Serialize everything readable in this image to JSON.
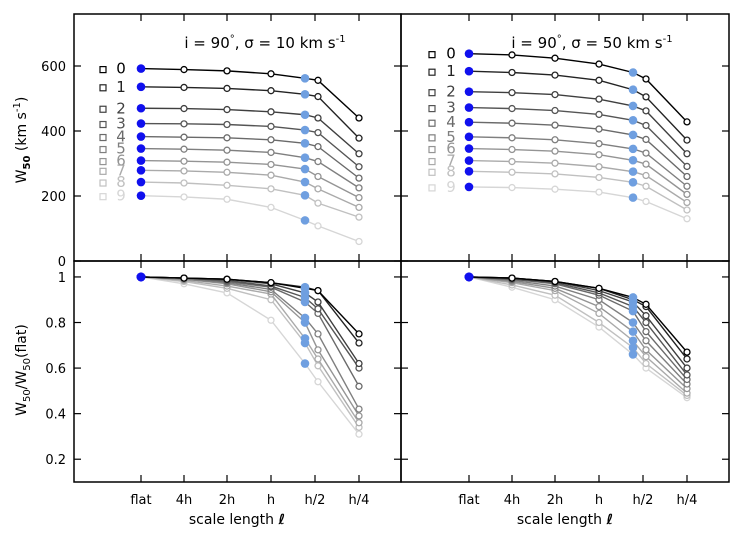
{
  "colors": {
    "model_grays": [
      "#000000",
      "#232323",
      "#3f3f3f",
      "#555555",
      "#6a6a6a",
      "#7f7f7f",
      "#949494",
      "#aaaaaa",
      "#c0c0c0",
      "#d6d6d6"
    ],
    "flat_marker": "#1010ee",
    "half_h_marker": "#6f9fe0",
    "axes": "#000000"
  },
  "xlabel_text": "scale length",
  "xlabel_symbol": "ℓ",
  "ylabel_top_main": "W",
  "ylabel_top_sub": "50",
  "ylabel_top_unit": "(km s",
  "ylabel_top_exp": "-1",
  "ylabel_top_close": ")",
  "ylabel_bottom_main": "W",
  "ylabel_bottom_sub": "50",
  "ylabel_bottom_slash": "/W",
  "ylabel_bottom_sub2": "50",
  "ylabel_bottom_tail": "(flat)",
  "chart_data": [
    {
      "type": "line",
      "panel": "top-left",
      "title_prefix": "i = 90",
      "title_deg": "°",
      "title_sigma": ", σ = 10 km s",
      "title_exp": "-1",
      "categories": [
        "flat",
        "4h",
        "2h",
        "h",
        "h/2",
        "h/4"
      ],
      "ylim": [
        0,
        760
      ],
      "yticks": [
        0,
        200,
        400,
        600
      ],
      "legend": [
        "0",
        "1",
        "2",
        "3",
        "4",
        "5",
        "6",
        "7",
        "8",
        "9"
      ],
      "legend_placement": "left",
      "series": [
        {
          "name": "0",
          "values": [
            592,
            589,
            585,
            576,
            562,
            556,
            440
          ]
        },
        {
          "name": "1",
          "values": [
            536,
            534,
            531,
            524,
            513,
            506,
            378
          ]
        },
        {
          "name": "2",
          "values": [
            470,
            469,
            466,
            459,
            450,
            440,
            330
          ]
        },
        {
          "name": "3",
          "values": [
            423,
            422,
            420,
            414,
            403,
            395,
            290
          ]
        },
        {
          "name": "4",
          "values": [
            383,
            381,
            379,
            373,
            362,
            352,
            255
          ]
        },
        {
          "name": "5",
          "values": [
            346,
            344,
            341,
            334,
            318,
            306,
            225
          ]
        },
        {
          "name": "6",
          "values": [
            309,
            307,
            304,
            297,
            283,
            260,
            195
          ]
        },
        {
          "name": "7",
          "values": [
            279,
            277,
            273,
            264,
            243,
            222,
            165
          ]
        },
        {
          "name": "8",
          "values": [
            243,
            240,
            233,
            222,
            202,
            178,
            135
          ]
        },
        {
          "name": "9",
          "values": [
            201,
            197,
            190,
            165,
            125,
            108,
            60
          ]
        }
      ]
    },
    {
      "type": "line",
      "panel": "top-right",
      "title_prefix": "i = 90",
      "title_deg": "°",
      "title_sigma": ", σ = 50 km s",
      "title_exp": "-1",
      "categories": [
        "flat",
        "4h",
        "2h",
        "h",
        "h/2",
        "h/4"
      ],
      "ylim": [
        0,
        760
      ],
      "yticks": [
        0,
        200,
        400,
        600
      ],
      "legend": [
        "0",
        "1",
        "2",
        "3",
        "4",
        "5",
        "6",
        "7",
        "8",
        "9"
      ],
      "legend_placement": "left",
      "series": [
        {
          "name": "0",
          "values": [
            638,
            634,
            624,
            606,
            580,
            560,
            428
          ]
        },
        {
          "name": "1",
          "values": [
            584,
            580,
            572,
            556,
            527,
            505,
            372
          ]
        },
        {
          "name": "2",
          "values": [
            521,
            518,
            512,
            498,
            477,
            462,
            330
          ]
        },
        {
          "name": "3",
          "values": [
            472,
            469,
            463,
            451,
            433,
            417,
            291
          ]
        },
        {
          "name": "4",
          "values": [
            427,
            424,
            418,
            406,
            388,
            374,
            260
          ]
        },
        {
          "name": "5",
          "values": [
            382,
            379,
            373,
            361,
            345,
            332,
            230
          ]
        },
        {
          "name": "6",
          "values": [
            346,
            343,
            338,
            327,
            310,
            298,
            205
          ]
        },
        {
          "name": "7",
          "values": [
            309,
            306,
            301,
            290,
            275,
            263,
            180
          ]
        },
        {
          "name": "8",
          "values": [
            276,
            273,
            268,
            257,
            242,
            230,
            157
          ]
        },
        {
          "name": "9",
          "values": [
            228,
            226,
            221,
            212,
            195,
            183,
            130
          ]
        }
      ]
    },
    {
      "type": "line",
      "panel": "bottom-left",
      "categories": [
        "flat",
        "4h",
        "2h",
        "h",
        "h/2",
        "h/4"
      ],
      "ylim": [
        0.1,
        1.07
      ],
      "yticks": [
        0.2,
        0.4,
        0.6,
        0.8,
        1
      ],
      "series": [
        {
          "name": "0",
          "values": [
            1.0,
            0.995,
            0.99,
            0.975,
            0.95,
            0.94,
            0.75
          ]
        },
        {
          "name": "1",
          "values": [
            1.0,
            0.995,
            0.99,
            0.975,
            0.955,
            0.94,
            0.71
          ]
        },
        {
          "name": "2",
          "values": [
            1.0,
            0.995,
            0.99,
            0.97,
            0.93,
            0.89,
            0.62
          ]
        },
        {
          "name": "3",
          "values": [
            1.0,
            0.995,
            0.985,
            0.96,
            0.91,
            0.86,
            0.6
          ]
        },
        {
          "name": "4",
          "values": [
            1.0,
            0.995,
            0.98,
            0.955,
            0.89,
            0.84,
            0.52
          ]
        },
        {
          "name": "5",
          "values": [
            1.0,
            0.99,
            0.975,
            0.945,
            0.82,
            0.75,
            0.42
          ]
        },
        {
          "name": "6",
          "values": [
            1.0,
            0.99,
            0.97,
            0.935,
            0.8,
            0.68,
            0.39
          ]
        },
        {
          "name": "7",
          "values": [
            1.0,
            0.985,
            0.96,
            0.925,
            0.73,
            0.64,
            0.36
          ]
        },
        {
          "name": "8",
          "values": [
            1.0,
            0.98,
            0.95,
            0.9,
            0.71,
            0.61,
            0.34
          ]
        },
        {
          "name": "9",
          "values": [
            1.0,
            0.97,
            0.93,
            0.81,
            0.62,
            0.54,
            0.31
          ]
        }
      ]
    },
    {
      "type": "line",
      "panel": "bottom-right",
      "categories": [
        "flat",
        "4h",
        "2h",
        "h",
        "h/2",
        "h/4"
      ],
      "ylim": [
        0.1,
        1.07
      ],
      "yticks": [
        0.2,
        0.4,
        0.6,
        0.8,
        1
      ],
      "series": [
        {
          "name": "0",
          "values": [
            1.0,
            0.995,
            0.98,
            0.95,
            0.91,
            0.88,
            0.67
          ]
        },
        {
          "name": "1",
          "values": [
            1.0,
            0.995,
            0.98,
            0.95,
            0.9,
            0.87,
            0.64
          ]
        },
        {
          "name": "2",
          "values": [
            1.0,
            0.995,
            0.98,
            0.94,
            0.89,
            0.83,
            0.6
          ]
        },
        {
          "name": "3",
          "values": [
            1.0,
            0.99,
            0.975,
            0.93,
            0.87,
            0.8,
            0.57
          ]
        },
        {
          "name": "4",
          "values": [
            1.0,
            0.99,
            0.97,
            0.92,
            0.85,
            0.76,
            0.55
          ]
        },
        {
          "name": "5",
          "values": [
            1.0,
            0.985,
            0.96,
            0.9,
            0.8,
            0.72,
            0.53
          ]
        },
        {
          "name": "6",
          "values": [
            1.0,
            0.98,
            0.95,
            0.87,
            0.76,
            0.68,
            0.51
          ]
        },
        {
          "name": "7",
          "values": [
            1.0,
            0.975,
            0.94,
            0.84,
            0.72,
            0.65,
            0.49
          ]
        },
        {
          "name": "8",
          "values": [
            1.0,
            0.965,
            0.92,
            0.8,
            0.69,
            0.62,
            0.48
          ]
        },
        {
          "name": "9",
          "values": [
            1.0,
            0.955,
            0.9,
            0.78,
            0.66,
            0.6,
            0.47
          ]
        }
      ]
    }
  ]
}
